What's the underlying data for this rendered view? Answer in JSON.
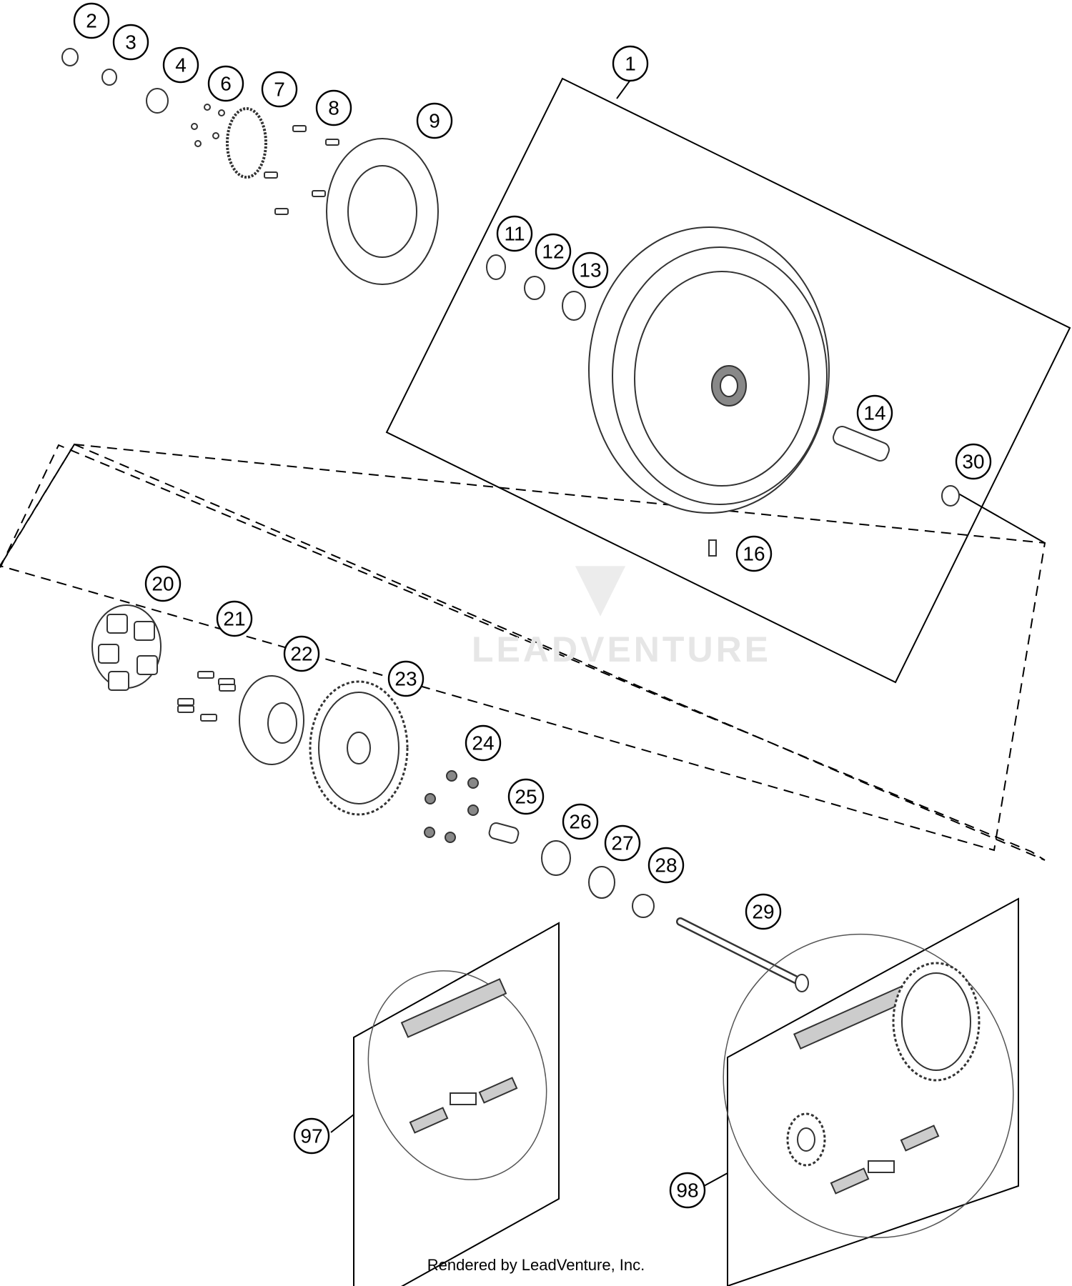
{
  "callouts": [
    "1",
    "2",
    "3",
    "4",
    "6",
    "7",
    "8",
    "9",
    "11",
    "12",
    "13",
    "14",
    "16",
    "20",
    "21",
    "22",
    "23",
    "24",
    "25",
    "26",
    "27",
    "28",
    "29",
    "30",
    "97",
    "98"
  ],
  "watermark": "LEADVENTURE",
  "footer": "Rendered by LeadVenture, Inc."
}
